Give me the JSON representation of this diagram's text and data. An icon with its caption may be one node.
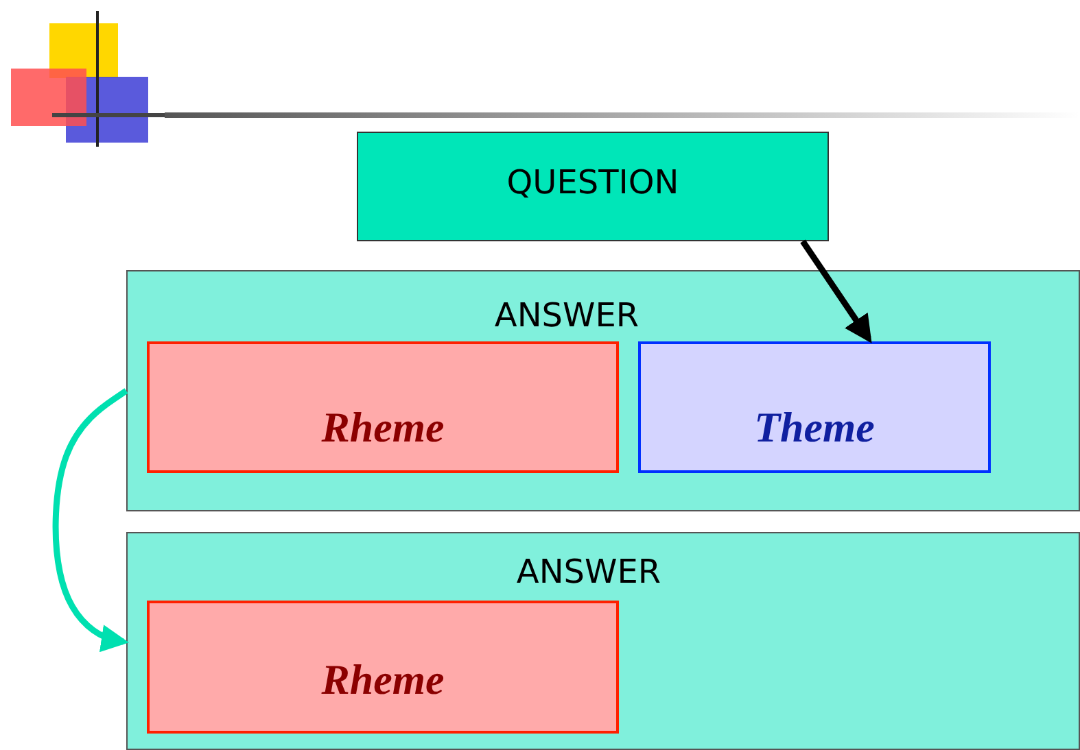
{
  "diagram": {
    "nodes": [
      {
        "text": [
          "QUESTION"
        ]
      },
      {
        "text": [
          "ANSWER"
        ]
      },
      {
        "text": [
          "Rheme"
        ],
        "in": 1
      },
      {
        "text": [
          "Theme"
        ],
        "in": 1
      },
      {
        "text": [
          "ANSWER"
        ]
      },
      {
        "text": [
          "Rheme"
        ],
        "in": 4
      }
    ],
    "edges": [
      {
        "from": 0,
        "to": 3,
        "arrow": "to"
      },
      {
        "from": 1,
        "to": 4,
        "arrow": "to",
        "color": "#00e0b0"
      }
    ]
  }
}
